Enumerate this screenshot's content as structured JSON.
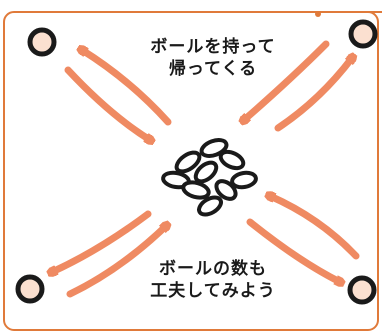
{
  "colors": {
    "frame": "#e07a3a",
    "arrow": "#ef8a62",
    "marker_fill": "#fbe0d0",
    "ink": "#1a1a1a"
  },
  "labels": {
    "top_line1": "ボールを持って",
    "top_line2": "帰ってくる",
    "bottom_line1": "ボールの数も",
    "bottom_line2": "工夫してみよう"
  },
  "icons": {
    "corner_markers": "cone-marker-icon",
    "balls": "ball-icon"
  }
}
